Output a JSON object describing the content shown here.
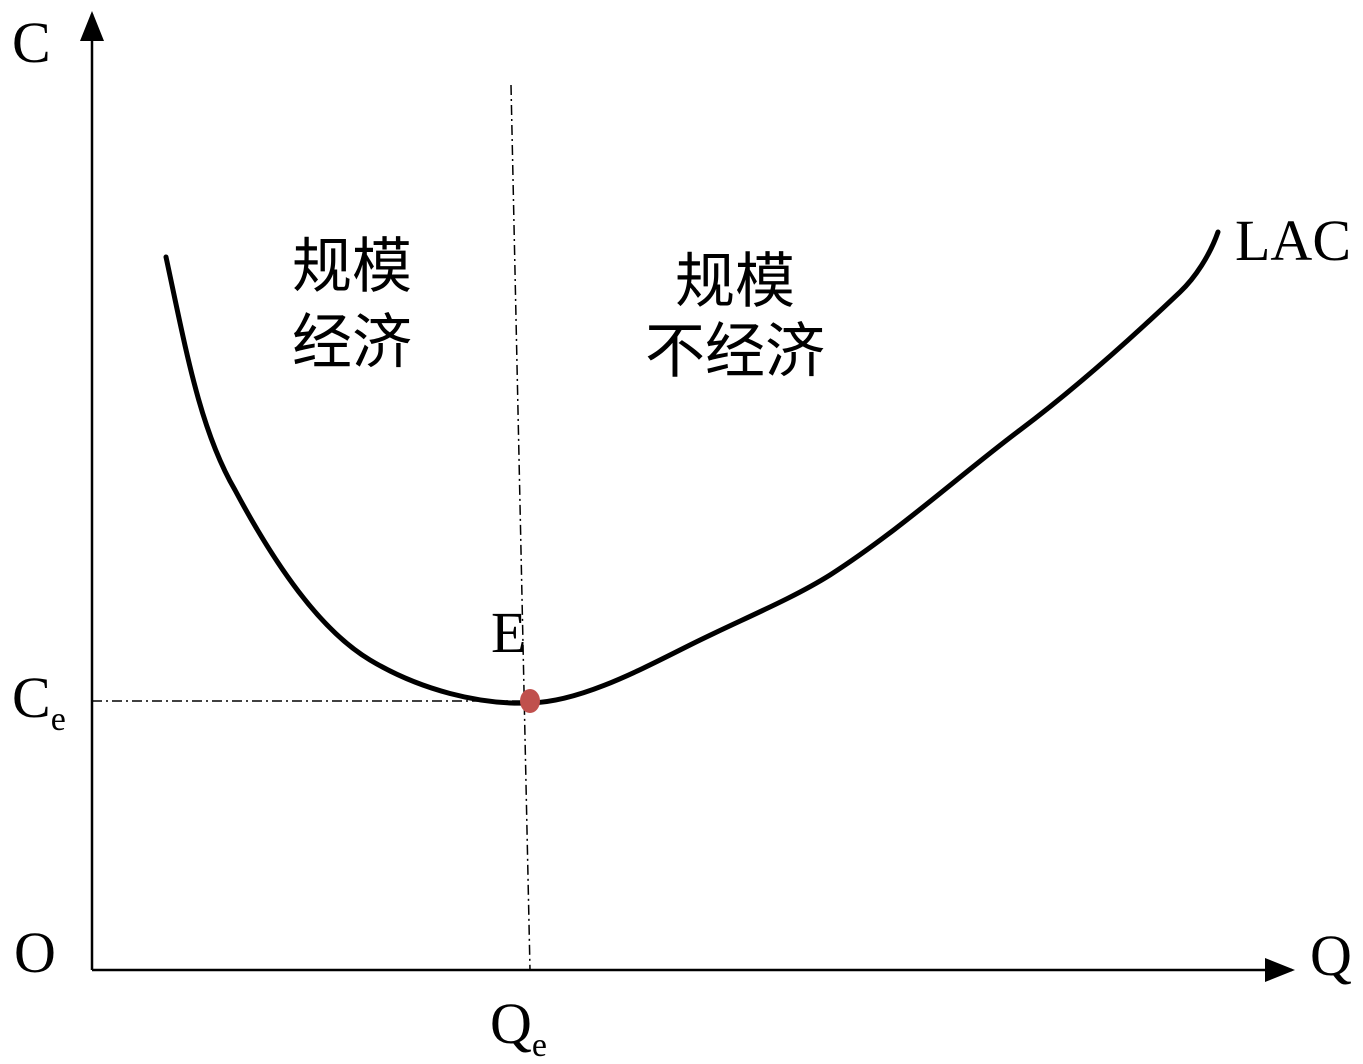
{
  "axes": {
    "y_label": "C",
    "x_label": "Q",
    "origin_label": "O",
    "axis_color": "#000000"
  },
  "curve": {
    "name": "LAC",
    "color": "#000000",
    "shape": "u-shaped"
  },
  "equilibrium": {
    "point_label": "E",
    "point_color": "#c0504d",
    "cost_label": {
      "main": "C",
      "sub": "e"
    },
    "quantity_label": {
      "main": "Q",
      "sub": "e"
    }
  },
  "regions": {
    "left": {
      "line1": "规模",
      "line2": "经济"
    },
    "right": {
      "line1": "规模",
      "line2": "不经济"
    }
  },
  "guide_line_style": "dash-dot"
}
